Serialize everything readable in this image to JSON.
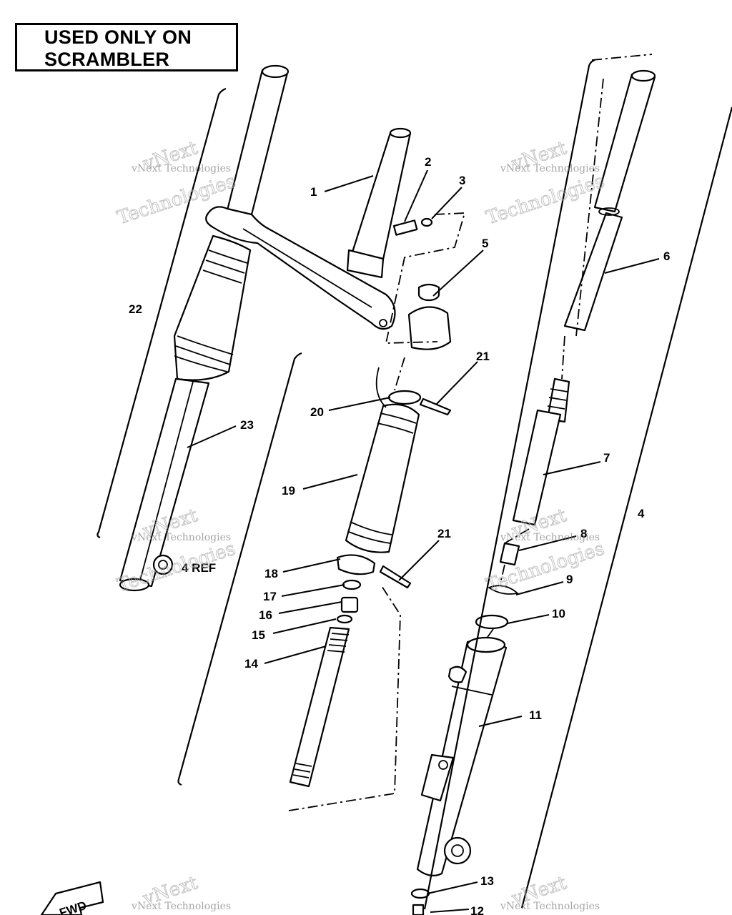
{
  "note": {
    "line1": "USED ONLY ON",
    "line2": "SCRAMBLER"
  },
  "callouts": [
    "1",
    "2",
    "3",
    "4",
    "5",
    "6",
    "7",
    "8",
    "9",
    "10",
    "11",
    "12",
    "13",
    "14",
    "15",
    "16",
    "17",
    "18",
    "19",
    "20",
    "21",
    "21",
    "22",
    "23",
    "4 REF"
  ],
  "fwd_label": "FWD",
  "watermark": {
    "line1": "vNext Technologies",
    "line2": "Technologies",
    "line3": "vNext"
  }
}
